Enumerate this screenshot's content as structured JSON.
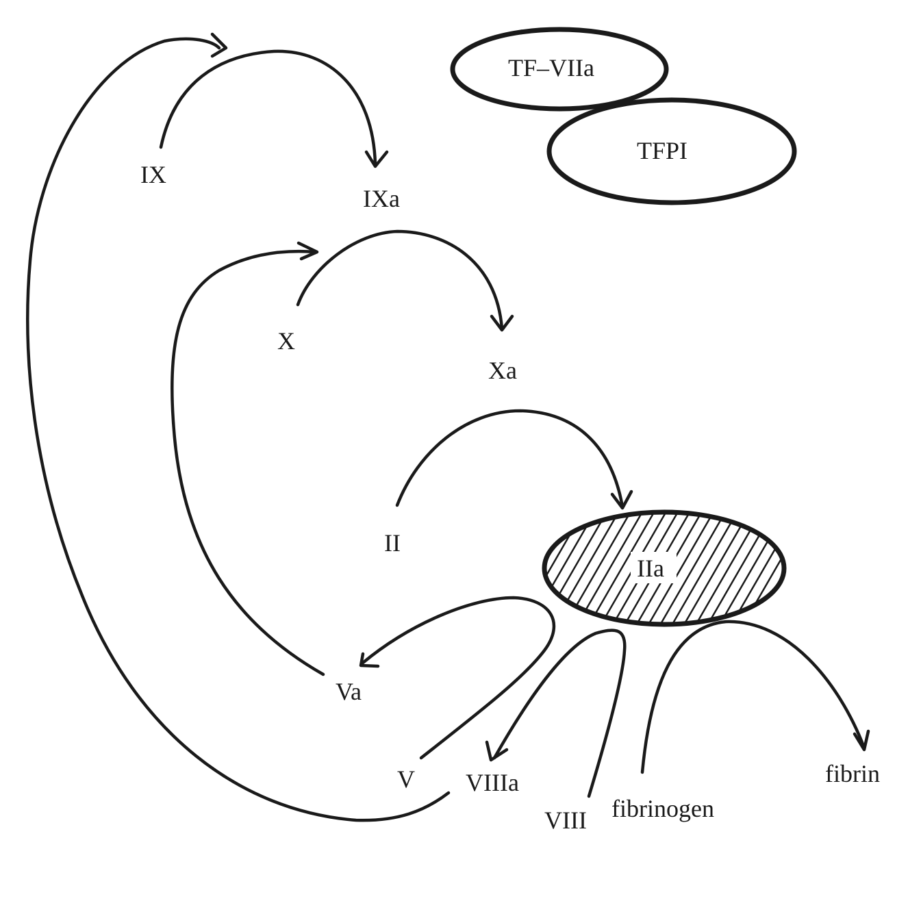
{
  "colors": {
    "ink": "#1a1a1a",
    "background": "#ffffff"
  },
  "labels": {
    "ix": "IX",
    "ixa": "IXa",
    "x": "X",
    "xa": "Xa",
    "ii": "II",
    "iia": "IIa",
    "v": "V",
    "va": "Va",
    "viii": "VIII",
    "viiia": "VIIIa",
    "fibrinogen": "fibrinogen",
    "fibrin": "fibrin",
    "tf_viia": "TF–VIIa",
    "tfpi": "TFPI"
  }
}
